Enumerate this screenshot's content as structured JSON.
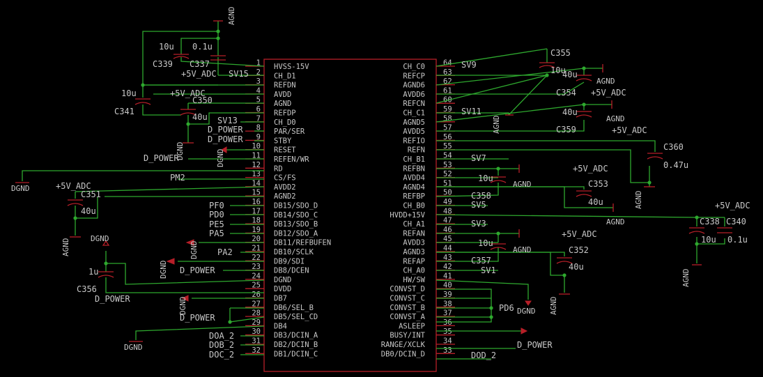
{
  "chip": {
    "left_pins": [
      {
        "num": "1",
        "name": "HVSS-15V"
      },
      {
        "num": "2",
        "name": "CH_D1"
      },
      {
        "num": "3",
        "name": "REFDN"
      },
      {
        "num": "4",
        "name": "AVDD"
      },
      {
        "num": "5",
        "name": "AGND"
      },
      {
        "num": "6",
        "name": "REFDP"
      },
      {
        "num": "7",
        "name": "CH_D0"
      },
      {
        "num": "8",
        "name": "PAR/SER"
      },
      {
        "num": "9",
        "name": "STBY"
      },
      {
        "num": "10",
        "name": "RESET"
      },
      {
        "num": "11",
        "name": "REFEN/WR"
      },
      {
        "num": "12",
        "name": "RD"
      },
      {
        "num": "13",
        "name": "CS/FS"
      },
      {
        "num": "14",
        "name": "AVDD2"
      },
      {
        "num": "15",
        "name": "AGND2"
      },
      {
        "num": "16",
        "name": "DB15/SDO_D"
      },
      {
        "num": "17",
        "name": "DB14/SDO_C"
      },
      {
        "num": "18",
        "name": "DB13/SDO_B"
      },
      {
        "num": "19",
        "name": "DB12/SDO_A"
      },
      {
        "num": "20",
        "name": "DB11/REFBUFEN"
      },
      {
        "num": "21",
        "name": "DB10/SCLK"
      },
      {
        "num": "22",
        "name": "DB9/SDI"
      },
      {
        "num": "23",
        "name": "DB8/DCEN"
      },
      {
        "num": "24",
        "name": "DGND"
      },
      {
        "num": "25",
        "name": "DVDD"
      },
      {
        "num": "26",
        "name": "DB7"
      },
      {
        "num": "27",
        "name": "DB6/SEL_B"
      },
      {
        "num": "28",
        "name": "DB5/SEL_CD"
      },
      {
        "num": "29",
        "name": "DB4"
      },
      {
        "num": "30",
        "name": "DB3/DCIN_A"
      },
      {
        "num": "31",
        "name": "DB2/DCIN_B"
      },
      {
        "num": "32",
        "name": "DB1/DCIN_C"
      }
    ],
    "right_pins": [
      {
        "num": "64",
        "name": "CH_C0"
      },
      {
        "num": "63",
        "name": "REFCP"
      },
      {
        "num": "62",
        "name": "AGND6"
      },
      {
        "num": "61",
        "name": "AVDD6"
      },
      {
        "num": "60",
        "name": "REFCN"
      },
      {
        "num": "59",
        "name": "CH_C1"
      },
      {
        "num": "58",
        "name": "AGND5"
      },
      {
        "num": "57",
        "name": "AVDD5"
      },
      {
        "num": "56",
        "name": "REFIO"
      },
      {
        "num": "55",
        "name": "REFN"
      },
      {
        "num": "54",
        "name": "CH_B1"
      },
      {
        "num": "53",
        "name": "REFBN"
      },
      {
        "num": "52",
        "name": "AVDD4"
      },
      {
        "num": "51",
        "name": "AGND4"
      },
      {
        "num": "50",
        "name": "REFBP"
      },
      {
        "num": "49",
        "name": "CH_B0"
      },
      {
        "num": "48",
        "name": "HVDD+15V"
      },
      {
        "num": "47",
        "name": "CH_A1"
      },
      {
        "num": "46",
        "name": "REFAN"
      },
      {
        "num": "45",
        "name": "AVDD3"
      },
      {
        "num": "44",
        "name": "AGND3"
      },
      {
        "num": "43",
        "name": "REFAP"
      },
      {
        "num": "42",
        "name": "CH_A0"
      },
      {
        "num": "41",
        "name": "HW/SW"
      },
      {
        "num": "40",
        "name": "CONVST_D"
      },
      {
        "num": "39",
        "name": "CONVST_C"
      },
      {
        "num": "38",
        "name": "CONVST_B"
      },
      {
        "num": "37",
        "name": "CONVST_A"
      },
      {
        "num": "36",
        "name": "ASLEEP"
      },
      {
        "num": "35",
        "name": "BUSY/INT"
      },
      {
        "num": "34",
        "name": "RANGE/XCLK"
      },
      {
        "num": "33",
        "name": "DB0/DCIN_D"
      }
    ]
  },
  "labels": [
    {
      "id": "agnd-top",
      "text": "AGND"
    },
    {
      "id": "c339-val",
      "text": "10u"
    },
    {
      "id": "c337-val",
      "text": "0.1u"
    },
    {
      "id": "c339-name",
      "text": "C339"
    },
    {
      "id": "c337-name",
      "text": "C337"
    },
    {
      "id": "p5v-top",
      "text": "+5V_ADC"
    },
    {
      "id": "sv15",
      "text": "SV15"
    },
    {
      "id": "c341-val",
      "text": "10u"
    },
    {
      "id": "c341-name",
      "text": "C341"
    },
    {
      "id": "p5v-c350",
      "text": "+5V_ADC"
    },
    {
      "id": "c350-name",
      "text": "C350"
    },
    {
      "id": "c350-val",
      "text": "40u"
    },
    {
      "id": "sv13",
      "text": "SV13"
    },
    {
      "id": "dpower-8",
      "text": "D_POWER"
    },
    {
      "id": "dpower-9",
      "text": "D_POWER"
    },
    {
      "id": "dgnd-10",
      "text": "DGND"
    },
    {
      "id": "dgnd-c350",
      "text": "DGND"
    },
    {
      "id": "dpower-11",
      "text": "D_POWER"
    },
    {
      "id": "dgnd-left",
      "text": "DGND"
    },
    {
      "id": "pm2",
      "text": "PM2"
    },
    {
      "id": "p5v-c351",
      "text": "+5V_ADC"
    },
    {
      "id": "c351-name",
      "text": "C351"
    },
    {
      "id": "c351-val",
      "text": "40u"
    },
    {
      "id": "agnd-c351",
      "text": "AGND"
    },
    {
      "id": "pf0",
      "text": "PF0"
    },
    {
      "id": "pd0",
      "text": "PD0"
    },
    {
      "id": "pe5",
      "text": "PE5"
    },
    {
      "id": "pa5",
      "text": "PA5"
    },
    {
      "id": "dgnd-20",
      "text": "DGND"
    },
    {
      "id": "pa2",
      "text": "PA2"
    },
    {
      "id": "dgnd-c356",
      "text": "DGND"
    },
    {
      "id": "dgnd-22",
      "text": "DGND"
    },
    {
      "id": "dpower-23",
      "text": "D_POWER"
    },
    {
      "id": "c356-val",
      "text": "1u"
    },
    {
      "id": "c356-name",
      "text": "C356"
    },
    {
      "id": "dpower-25",
      "text": "D_POWER"
    },
    {
      "id": "dgnd-26",
      "text": "DGND"
    },
    {
      "id": "dpower-28",
      "text": "D_POWER"
    },
    {
      "id": "dgnd-29",
      "text": "DGND"
    },
    {
      "id": "doa2",
      "text": "DOA_2"
    },
    {
      "id": "dob2",
      "text": "DOB_2"
    },
    {
      "id": "doc2",
      "text": "DOC_2"
    },
    {
      "id": "sv9",
      "text": "SV9"
    },
    {
      "id": "c355-name",
      "text": "C355"
    },
    {
      "id": "c355-val",
      "text": "10u"
    },
    {
      "id": "c354-val",
      "text": "40u"
    },
    {
      "id": "agnd-c354",
      "text": "AGND"
    },
    {
      "id": "c354-name",
      "text": "C354"
    },
    {
      "id": "p5v-c359",
      "text": "+5V_ADC"
    },
    {
      "id": "sv11",
      "text": "SV11"
    },
    {
      "id": "agnd-60",
      "text": "AGND"
    },
    {
      "id": "c359-val",
      "text": "40u"
    },
    {
      "id": "agnd-c359",
      "text": "AGND"
    },
    {
      "id": "c359-name",
      "text": "C359"
    },
    {
      "id": "p5v-c360",
      "text": "+5V_ADC"
    },
    {
      "id": "c360-name",
      "text": "C360"
    },
    {
      "id": "c360-val",
      "text": "0.47u"
    },
    {
      "id": "agnd-c360",
      "text": "AGND"
    },
    {
      "id": "sv7",
      "text": "SV7"
    },
    {
      "id": "p5v-c353",
      "text": "+5V_ADC"
    },
    {
      "id": "c358-val",
      "text": "10u"
    },
    {
      "id": "agnd-c358",
      "text": "AGND"
    },
    {
      "id": "c353-name",
      "text": "C353"
    },
    {
      "id": "c358-name",
      "text": "C358"
    },
    {
      "id": "c353-val",
      "text": "40u"
    },
    {
      "id": "sv5",
      "text": "SV5"
    },
    {
      "id": "agnd-c353",
      "text": "AGND"
    },
    {
      "id": "p5v-c338",
      "text": "+5V_ADC"
    },
    {
      "id": "c338-name",
      "text": "C338"
    },
    {
      "id": "c340-name",
      "text": "C340"
    },
    {
      "id": "c338-val",
      "text": "10u"
    },
    {
      "id": "c340-val",
      "text": "0.1u"
    },
    {
      "id": "agnd-c338",
      "text": "AGND"
    },
    {
      "id": "sv3",
      "text": "SV3"
    },
    {
      "id": "p5v-c352",
      "text": "+5V_ADC"
    },
    {
      "id": "c357-val",
      "text": "10u"
    },
    {
      "id": "agnd-c357",
      "text": "AGND"
    },
    {
      "id": "c352-name",
      "text": "C352"
    },
    {
      "id": "c357-name",
      "text": "C357"
    },
    {
      "id": "c352-val",
      "text": "40u"
    },
    {
      "id": "sv1",
      "text": "SV1"
    },
    {
      "id": "agnd-c352",
      "text": "AGND"
    },
    {
      "id": "pd6",
      "text": "PD6"
    },
    {
      "id": "dgnd-41",
      "text": "DGND"
    },
    {
      "id": "dpower-34",
      "text": "D_POWER"
    },
    {
      "id": "dod2",
      "text": "DOD_2"
    }
  ]
}
